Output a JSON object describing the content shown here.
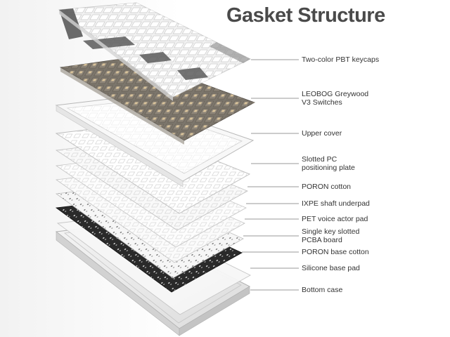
{
  "title": "Gasket Structure",
  "layers": [
    {
      "id": "keycaps",
      "lines": [
        "Two-color PBT keycaps"
      ]
    },
    {
      "id": "switches",
      "lines": [
        "LEOBOG Greywood",
        "V3 Switches"
      ]
    },
    {
      "id": "upper-cover",
      "lines": [
        "Upper cover"
      ]
    },
    {
      "id": "plate",
      "lines": [
        "Slotted PC",
        "positioning plate"
      ]
    },
    {
      "id": "poron",
      "lines": [
        "PORON cotton"
      ]
    },
    {
      "id": "ixpe",
      "lines": [
        "IXPE shaft underpad"
      ]
    },
    {
      "id": "pet",
      "lines": [
        "PET voice actor pad"
      ]
    },
    {
      "id": "pcba",
      "lines": [
        "Single key slotted",
        "PCBA board"
      ]
    },
    {
      "id": "poron-base",
      "lines": [
        "PORON base cotton"
      ]
    },
    {
      "id": "silicone",
      "lines": [
        "Silicone base pad"
      ]
    },
    {
      "id": "bottom-case",
      "lines": [
        "Bottom case"
      ]
    }
  ],
  "colors": {
    "title": "#4a4a4a",
    "leader_line": "#9a9a9a",
    "keycap_white": "#f4f4f4",
    "keycap_grey": "#5a5a5a",
    "pcb_black": "#2a2a2a",
    "plate_white": "#fafafa"
  }
}
